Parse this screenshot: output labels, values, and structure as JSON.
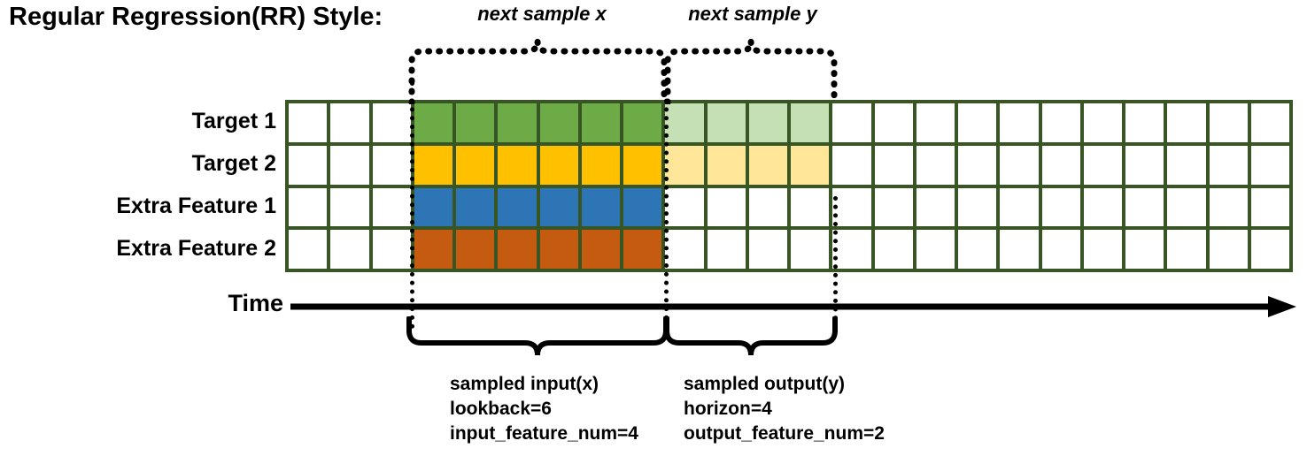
{
  "title": "Regular Regression(RR) Style:",
  "row_labels": [
    "Target 1",
    "Target 2",
    "Extra Feature 1",
    "Extra Feature 2"
  ],
  "axis": {
    "time_label": "Time",
    "arrow_icon": "arrow-right-icon"
  },
  "top_captions": {
    "x": "next sample x",
    "y": "next sample y"
  },
  "annotations": {
    "input": {
      "line1": "sampled input(x)",
      "line2": "lookback=6",
      "line3": "input_feature_num=4"
    },
    "output": {
      "line1": "sampled output(y)",
      "line2": "horizon=4",
      "line3": "output_feature_num=2"
    }
  },
  "colors": {
    "grid_border": "#375623",
    "target1_dark": "#6cab45",
    "target1_light": "#c5e0b4",
    "target2_dark": "#ffc000",
    "target2_light": "#ffe699",
    "extra1": "#2e75b6",
    "extra2": "#c55a11",
    "empty": "#ffffff",
    "line": "#000000"
  },
  "grid": {
    "columns": 24,
    "rows": 4,
    "lead_empty_columns": 3,
    "input_columns": 6,
    "output_columns": 4,
    "trailing_empty_columns": 11,
    "row_fill": [
      [
        "empty",
        "empty",
        "empty",
        "green",
        "green",
        "green",
        "green",
        "green",
        "green",
        "green-light",
        "green-light",
        "green-light",
        "green-light",
        "empty",
        "empty",
        "empty",
        "empty",
        "empty",
        "empty",
        "empty",
        "empty",
        "empty",
        "empty",
        "empty"
      ],
      [
        "empty",
        "empty",
        "empty",
        "gold",
        "gold",
        "gold",
        "gold",
        "gold",
        "gold",
        "gold-light",
        "gold-light",
        "gold-light",
        "gold-light",
        "empty",
        "empty",
        "empty",
        "empty",
        "empty",
        "empty",
        "empty",
        "empty",
        "empty",
        "empty",
        "empty"
      ],
      [
        "empty",
        "empty",
        "empty",
        "blue",
        "blue",
        "blue",
        "blue",
        "blue",
        "blue",
        "empty",
        "empty",
        "empty",
        "empty",
        "empty",
        "empty",
        "empty",
        "empty",
        "empty",
        "empty",
        "empty",
        "empty",
        "empty",
        "empty",
        "empty"
      ],
      [
        "empty",
        "empty",
        "empty",
        "orange",
        "orange",
        "orange",
        "orange",
        "orange",
        "orange",
        "empty",
        "empty",
        "empty",
        "empty",
        "empty",
        "empty",
        "empty",
        "empty",
        "empty",
        "empty",
        "empty",
        "empty",
        "empty",
        "empty",
        "empty"
      ]
    ]
  }
}
